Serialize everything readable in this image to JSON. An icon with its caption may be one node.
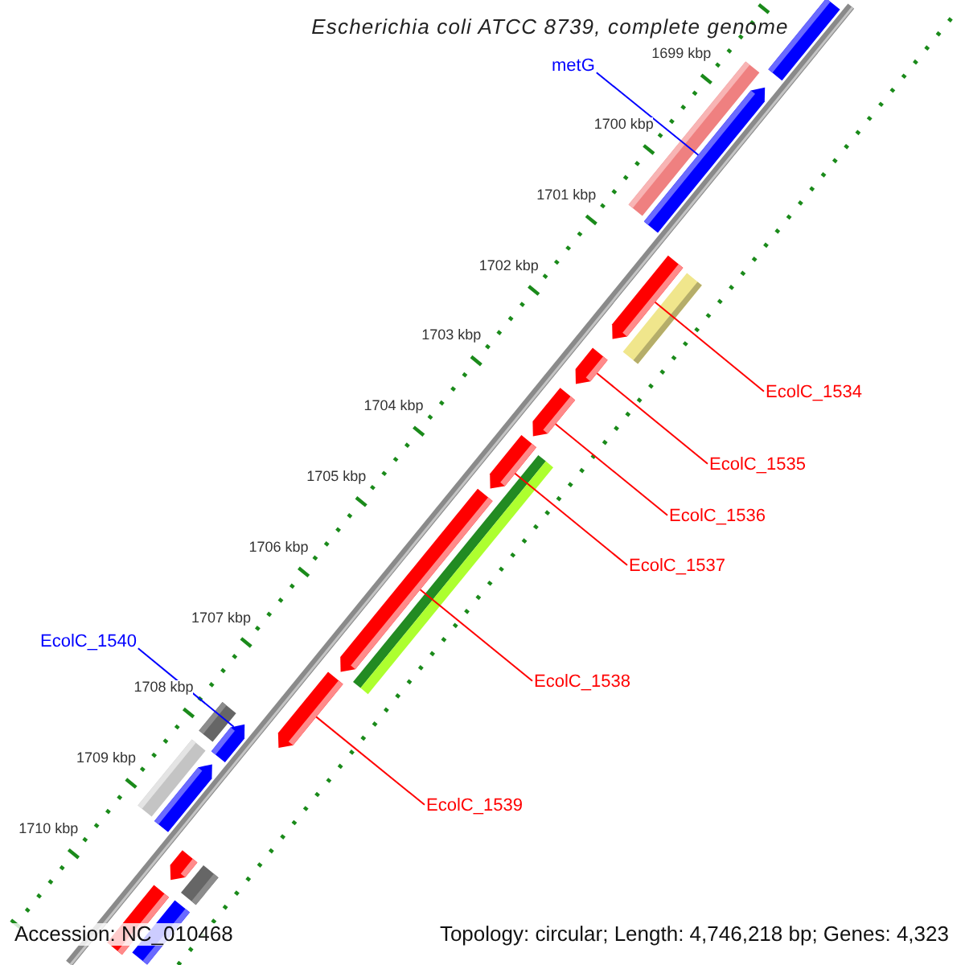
{
  "diagram": {
    "title": "Escherichia coli ATCC 8739, complete genome",
    "nodes": [
      {
        "text": [
          "metG"
        ]
      },
      {
        "text": [],
        "shape": "bar"
      },
      {
        "text": [
          "EcolC_1534"
        ]
      },
      {
        "text": [],
        "shape": "bar"
      },
      {
        "text": [
          "EcolC_1535"
        ]
      },
      {
        "text": [],
        "shape": "bar"
      },
      {
        "text": [
          "EcolC_1536"
        ]
      },
      {
        "text": [],
        "shape": "bar"
      },
      {
        "text": [
          "EcolC_1537"
        ]
      },
      {
        "text": [],
        "shape": "bar"
      },
      {
        "text": [
          "EcolC_1540"
        ]
      },
      {
        "text": [],
        "shape": "bar"
      },
      {
        "text": [
          "EcolC_1538"
        ]
      },
      {
        "text": [],
        "shape": "bar"
      },
      {
        "text": [
          "EcolC_1539"
        ]
      },
      {
        "text": [],
        "shape": "bar"
      },
      {
        "text": [],
        "shape": "bar"
      },
      {
        "text": [],
        "shape": "bar"
      },
      {
        "text": [],
        "shape": "bar"
      },
      {
        "text": [],
        "shape": "bar"
      },
      {
        "text": [],
        "shape": "bar"
      },
      {
        "text": [],
        "shape": "bar"
      },
      {
        "text": [],
        "shape": "bar"
      },
      {
        "text": [],
        "shape": "bar"
      },
      {
        "text": [],
        "shape": "bar"
      },
      {
        "text": [],
        "shape": "bar"
      },
      {
        "text": [],
        "shape": "bar"
      }
    ],
    "edges": [
      {
        "from": 0,
        "to": 1,
        "arrow": "none",
        "color": "#0000ff"
      },
      {
        "from": 2,
        "to": 3,
        "arrow": "none"
      },
      {
        "from": 4,
        "to": 5,
        "arrow": "none"
      },
      {
        "from": 6,
        "to": 7,
        "arrow": "none"
      },
      {
        "from": 8,
        "to": 9,
        "arrow": "none"
      },
      {
        "from": 10,
        "to": 11,
        "arrow": "none",
        "color": "#0000ff"
      },
      {
        "from": 12,
        "to": 13,
        "arrow": "none"
      },
      {
        "from": 14,
        "to": 15,
        "arrow": "none"
      }
    ],
    "labels": [
      "1699 kbp",
      "1700 kbp",
      "1701 kbp",
      "1702 kbp",
      "1703 kbp",
      "1704 kbp",
      "1705 kbp",
      "1706 kbp",
      "1707 kbp",
      "1708 kbp",
      "1709 kbp",
      "1710 kbp",
      "Accession: NC_010468",
      "Topology: circular; Length: 4,746,218 bp; Genes: 4,323"
    ]
  }
}
